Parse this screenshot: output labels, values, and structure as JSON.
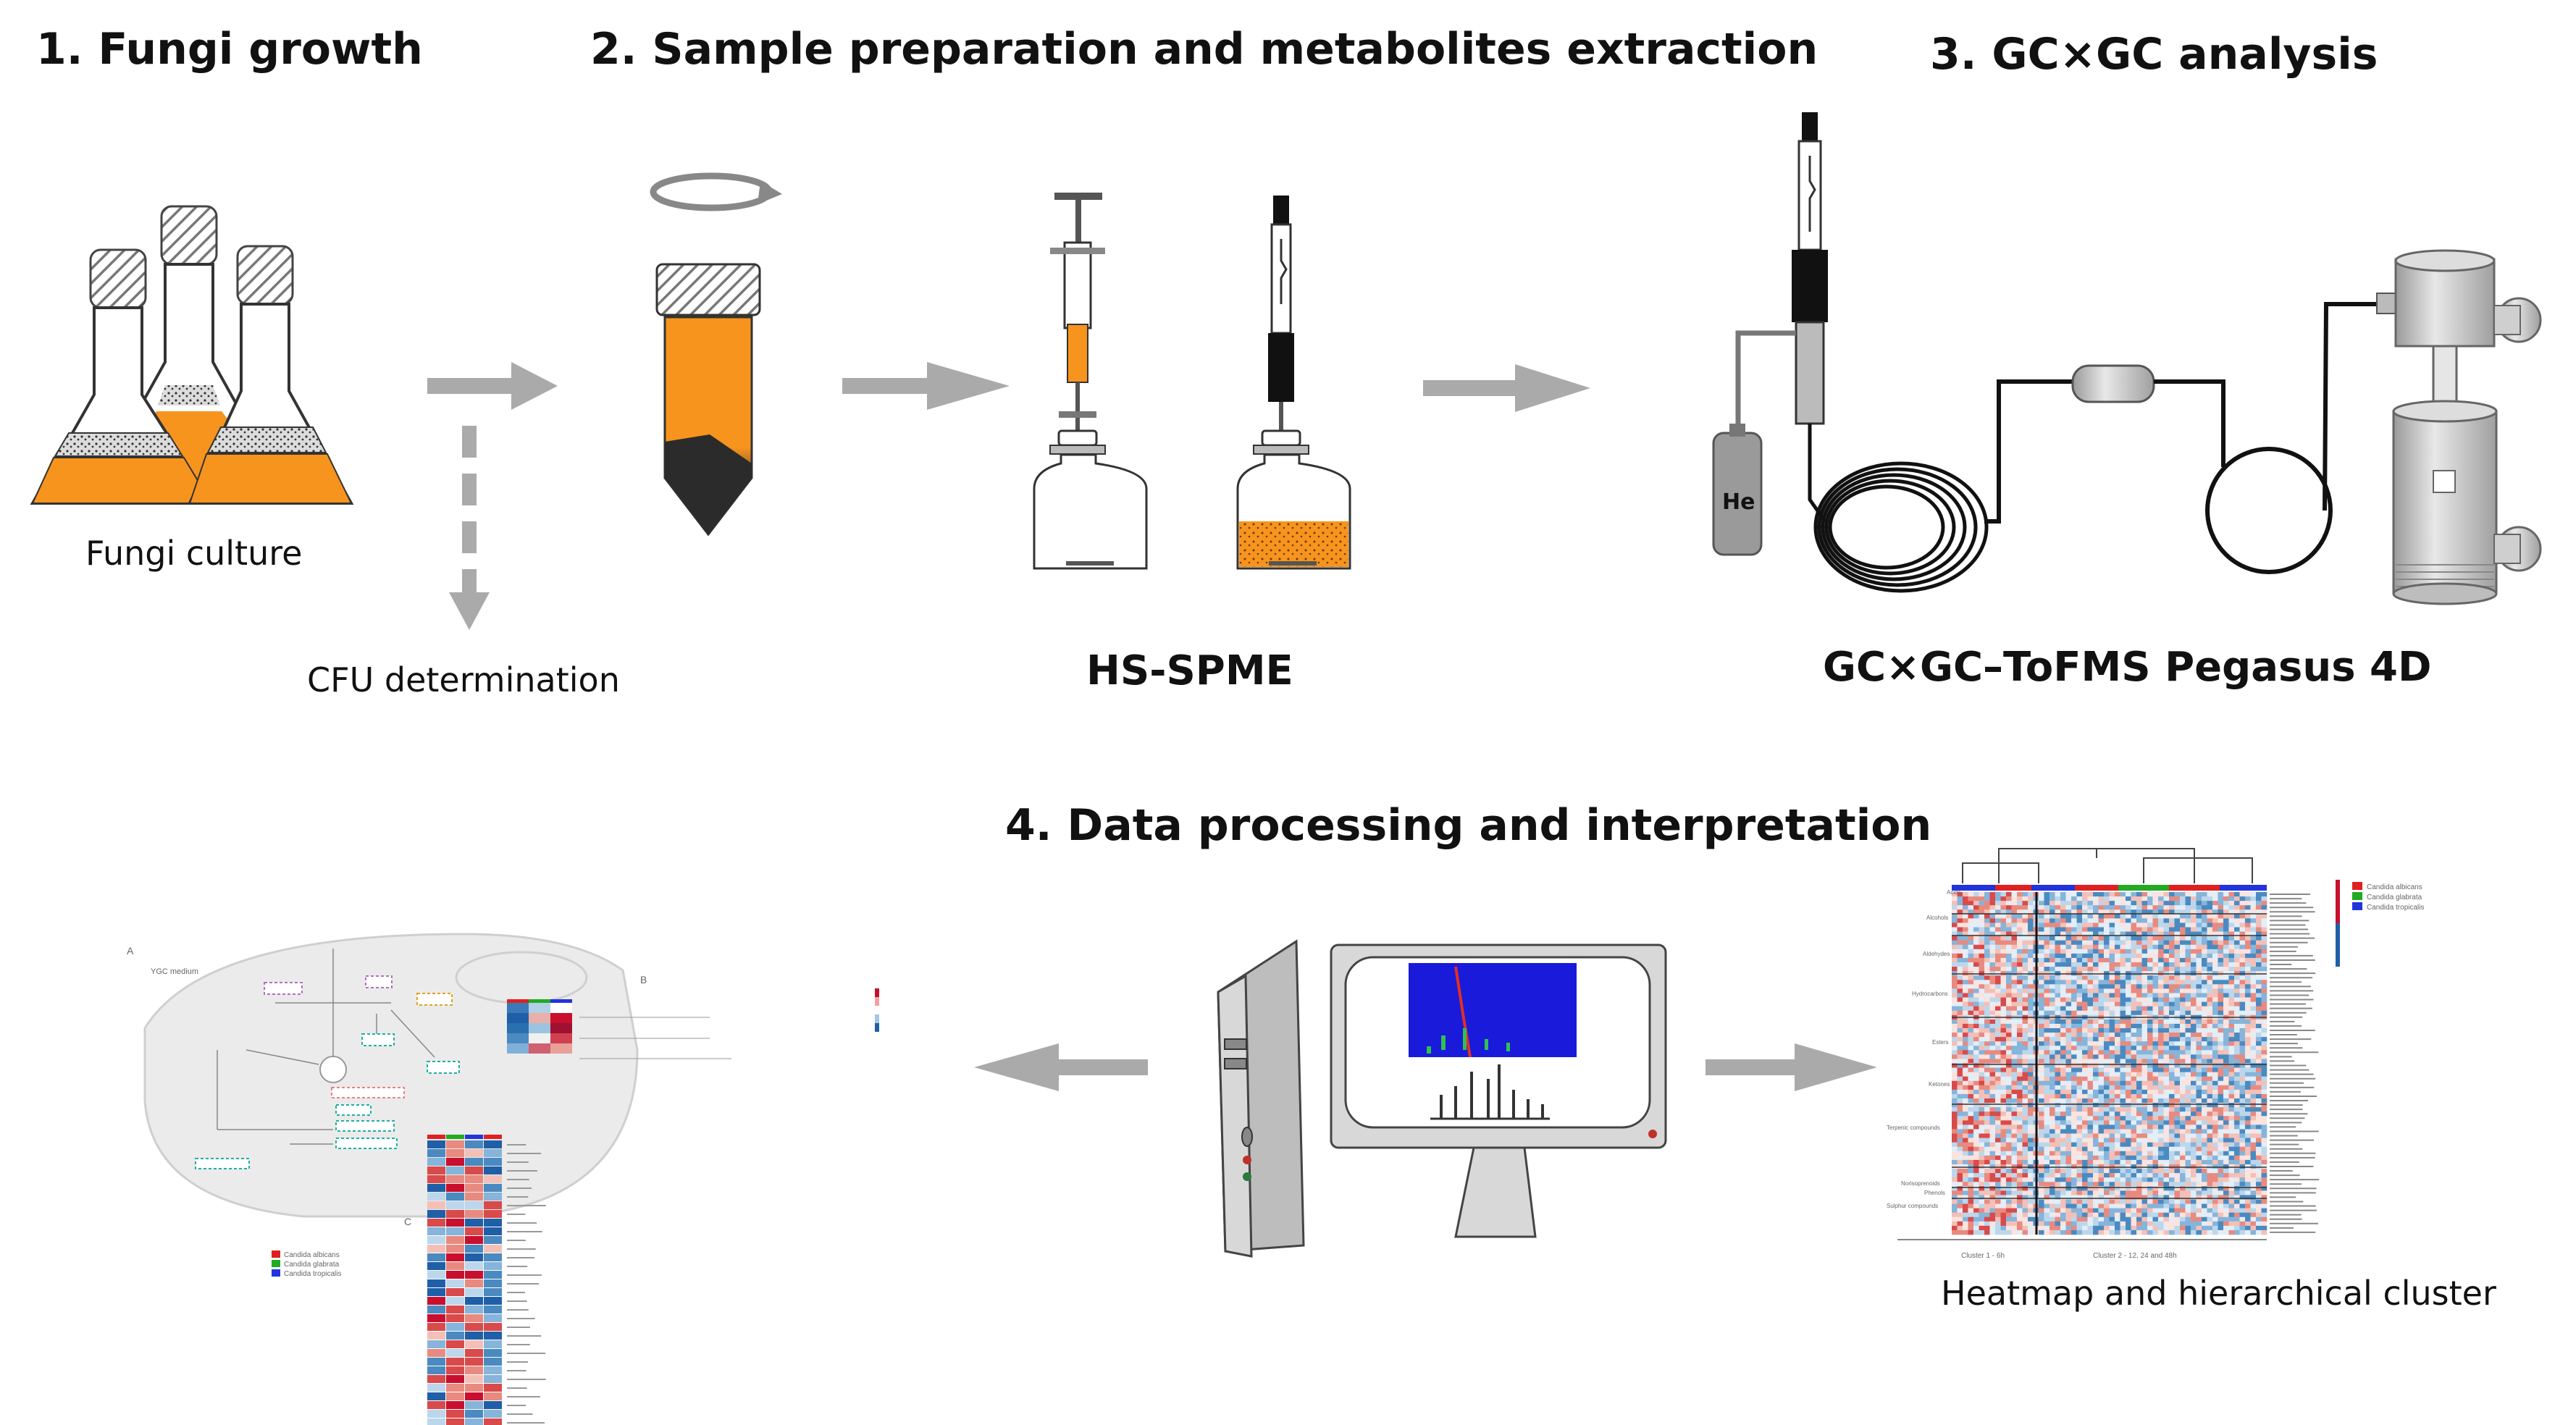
{
  "headings": {
    "step1": "1. Fungi growth",
    "step2": "2. Sample preparation and metabolites extraction",
    "step3": "3. GC×GC analysis",
    "step4": "4. Data processing and interpretation"
  },
  "labels": {
    "fungi_culture": "Fungi culture",
    "cfu": "CFU determination",
    "hs_spme": "HS-SPME",
    "instrument": "GC×GC–ToFMS Pegasus 4D",
    "heatmap_caption": "Heatmap and hierarchical cluster",
    "helium": "He"
  },
  "pathway_figure": {
    "panel_a": "A",
    "panel_b": "B",
    "panel_c": "C",
    "medium": "YGC medium",
    "legend": [
      "Candida albicans",
      "Candida glabrata",
      "Candida tropicalis"
    ]
  },
  "heatmap_figure": {
    "legend": [
      "Candida albicans",
      "Candida glabrata",
      "Candida tropicalis"
    ],
    "row_groups": [
      "Acids",
      "Alcohols",
      "Aldehydes",
      "Hydrocarbons",
      "Esters",
      "Ketones",
      "Terpenic compounds",
      "Norisoprenoids",
      "Phenols",
      "Sulphur compounds"
    ],
    "cluster_1": "Cluster 1 - 6h",
    "cluster_2": "Cluster 2 - 12, 24 and 48h"
  },
  "colors": {
    "orange": "#f7941d",
    "arrow_gray": "#aaaaaa",
    "dark": "#111111",
    "heat_red": "#c8102e",
    "heat_blue": "#1f5fa8",
    "albicans": "#e02020",
    "glabrata": "#22aa22",
    "tropicalis": "#2233dd"
  }
}
